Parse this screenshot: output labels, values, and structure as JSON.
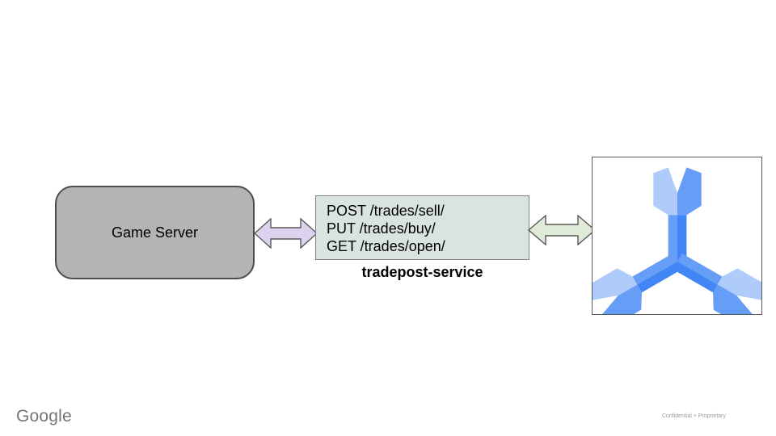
{
  "diagram": {
    "nodes": {
      "game_server": {
        "label": "Game Server"
      },
      "tradepost": {
        "lines": [
          "POST /trades/sell/",
          "PUT /trades/buy/",
          "GET /trades/open/"
        ],
        "caption": "tradepost-service"
      },
      "spanner": {
        "icon": "cloud-spanner-icon"
      }
    },
    "connectors": {
      "left": "bidirectional-arrow",
      "right": "bidirectional-arrow"
    }
  },
  "footer": {
    "brand": "Google",
    "confidentiality": "Confidential + Proprietary"
  },
  "colors": {
    "game_server_fill": "#b4b4b4",
    "game_server_border": "#4d4d4d",
    "service_box_fill": "#d8e3e2",
    "service_box_border": "#808080",
    "arrow_left_fill": "#ddd3ee",
    "arrow_right_fill": "#dfead7",
    "arrow_border": "#595959",
    "spanner_box_border": "#595959",
    "spanner_light": "#aecbfa",
    "spanner_medium": "#669df6",
    "spanner_dark": "#4285f4",
    "brand_gray": "#757575",
    "confidential_gray": "#9a9a9a"
  }
}
